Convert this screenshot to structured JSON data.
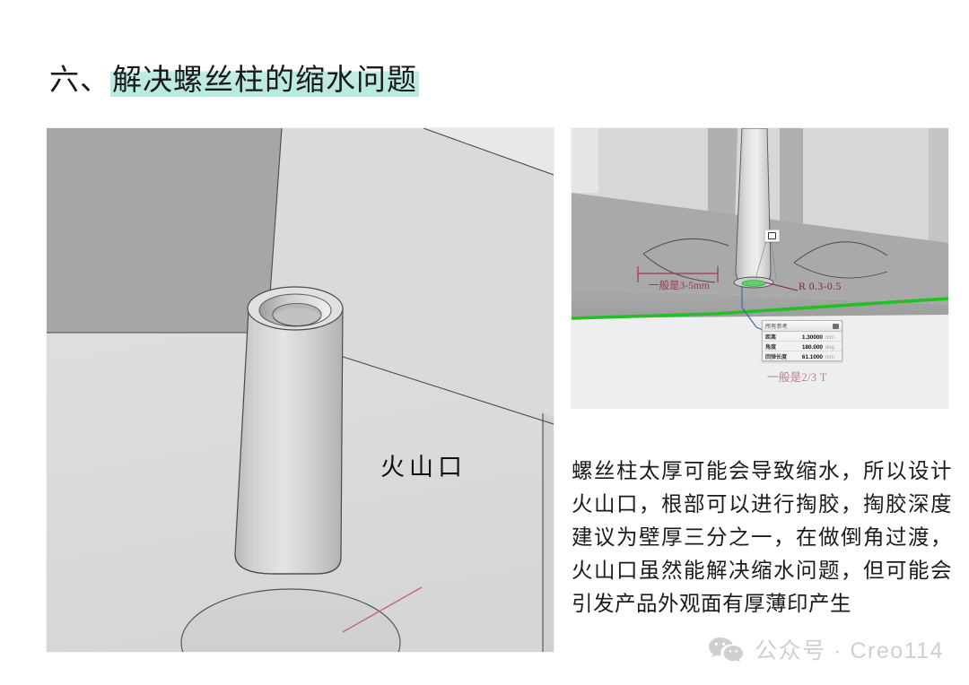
{
  "slide": {
    "title_number": "六、",
    "title_highlight": "解决螺丝柱的缩水问题"
  },
  "left_render": {
    "name": "boss-volcano-crater-3d-view",
    "callout_label": "火山口",
    "colors": {
      "background": "#e3e3e3",
      "wall_dark": "#a6a6a6",
      "floor_light": "#dcdcdc",
      "boss_light": "#d8d8d8",
      "edge_line": "#4a4a4a",
      "leader_line": "#c06b7e"
    }
  },
  "right_render": {
    "name": "boss-section-dimension-view",
    "annotations": {
      "width_note": "一般是3-5mm",
      "radius_note": "R 0.3-0.5",
      "depth_note": "一般是2/3 T"
    },
    "dialog": {
      "title": "所有参考",
      "rows": [
        {
          "label": "距离",
          "value": "1.30000",
          "unit": "mm"
        },
        {
          "label": "角度",
          "value": "180.000",
          "unit": "deg"
        },
        {
          "label": "回弹长度",
          "value": "61.1000",
          "unit": "mm"
        }
      ]
    },
    "colors": {
      "background": "#e9eaec",
      "highlight_green": "#22c022",
      "dimension_red": "#9a3a4e",
      "note_mauve": "#b18392"
    }
  },
  "body": {
    "paragraph": "螺丝柱太厚可能会导致缩水，所以设计火山口，根部可以进行掏胶，掏胶深度建议为壁厚三分之一，在做倒角过渡，火山口虽然能解决缩水问题，但可能会引发产品外观面有厚薄印产生"
  },
  "footer": {
    "watermark": "公众号 · Creo114"
  }
}
